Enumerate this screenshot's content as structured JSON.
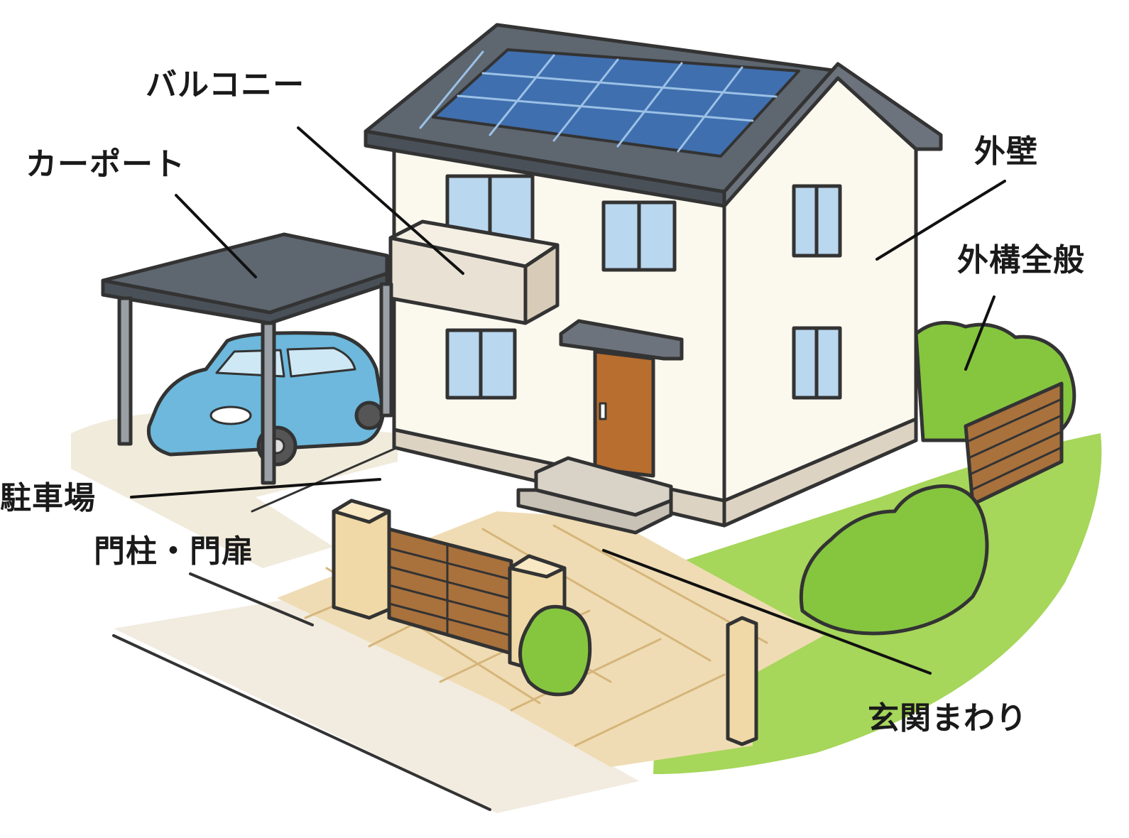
{
  "labels": {
    "balcony": "バルコニー",
    "carport": "カーポート",
    "exterior_wall": "外壁",
    "exterior_general": "外構全般",
    "parking": "駐車場",
    "gate": "門柱・門扉",
    "entrance": "玄関まわり"
  },
  "colors": {
    "wall": "#fbf8ee",
    "roof": "#5e6670",
    "solar_panel": "#3f6fae",
    "window_glass": "#b9d7ee",
    "car": "#6db8dc",
    "door": "#b86e2e",
    "lawn": "#a6d65a",
    "hedge": "#85c63e",
    "fence": "#a9713c",
    "paving": "#efdcb4",
    "outline": "#333333"
  }
}
